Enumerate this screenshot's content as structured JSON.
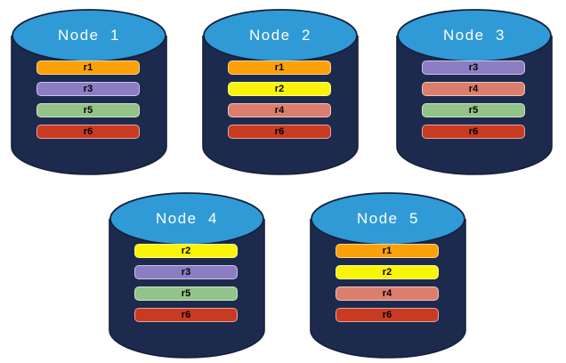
{
  "colors": {
    "background": "#FFFFFF",
    "cylinder_body": "#1C2A4E",
    "cylinder_top": "#2F9AD6",
    "cylinder_outline": "#15203C",
    "title_text": "#FFFFFF",
    "bar_text": "#000000"
  },
  "replica_colors": {
    "r1": "#FCA108",
    "r2": "#F9F408",
    "r3": "#8C7DC3",
    "r4": "#DC7E6E",
    "r5": "#93C388",
    "r6": "#C93A22"
  },
  "nodes": [
    {
      "title": "Node  1",
      "replicas": [
        "r1",
        "r3",
        "r5",
        "r6"
      ]
    },
    {
      "title": "Node  2",
      "replicas": [
        "r1",
        "r2",
        "r4",
        "r6"
      ]
    },
    {
      "title": "Node  3",
      "replicas": [
        "r3",
        "r4",
        "r5",
        "r6"
      ]
    },
    {
      "title": "Node  4",
      "replicas": [
        "r2",
        "r3",
        "r5",
        "r6"
      ]
    },
    {
      "title": "Node  5",
      "replicas": [
        "r1",
        "r2",
        "r4",
        "r6"
      ]
    }
  ]
}
